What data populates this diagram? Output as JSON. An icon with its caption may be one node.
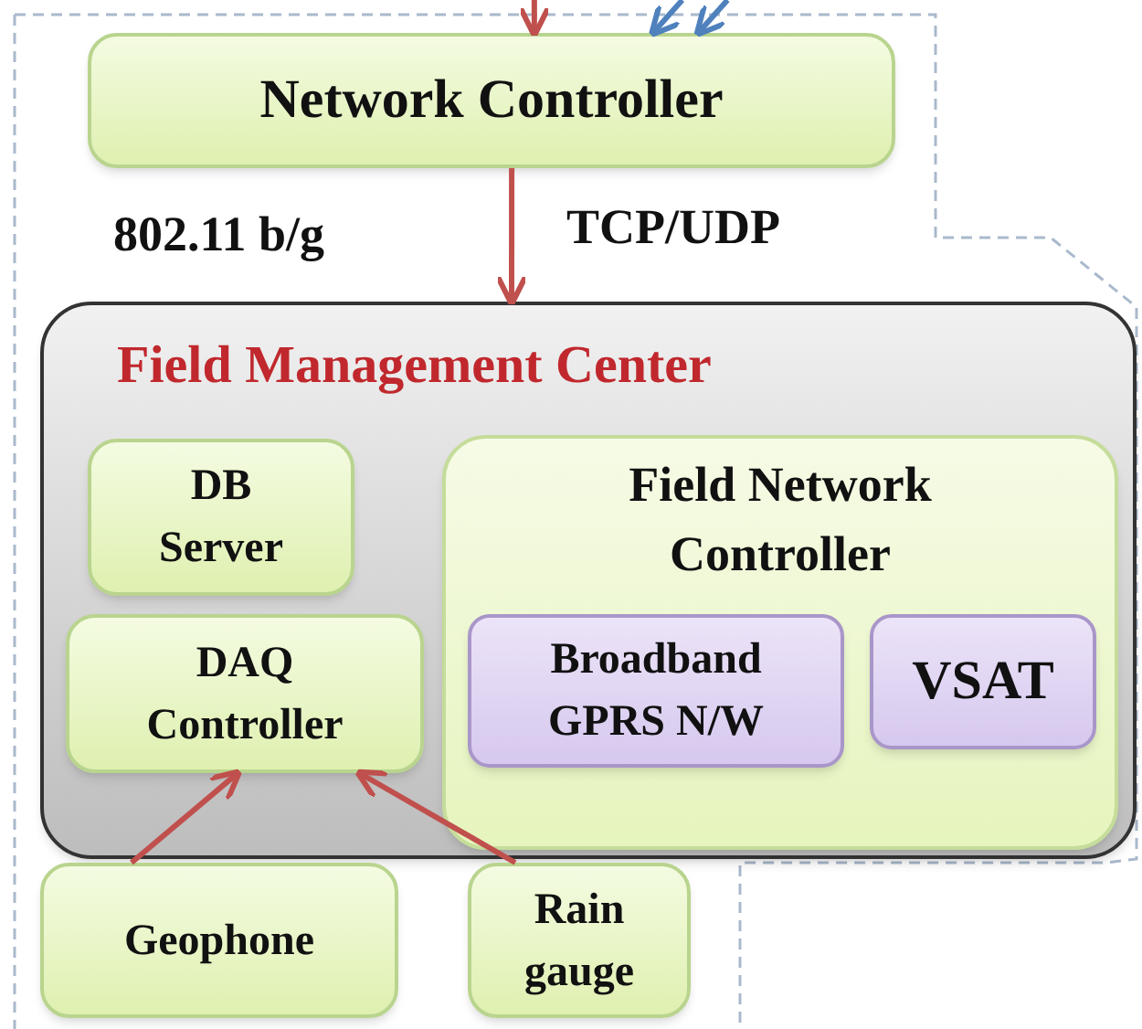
{
  "diagram": {
    "nodes": [
      {
        "text": [
          "Network Controller"
        ]
      },
      {
        "text": [
          "Field Management Center"
        ]
      },
      {
        "text": [
          "DB Server"
        ],
        "in": 1
      },
      {
        "text": [
          "Field Network Controller"
        ],
        "in": 1
      },
      {
        "text": [
          "DAQ Controller"
        ],
        "in": 1
      },
      {
        "text": [
          "Broadband GPRS N/W"
        ],
        "in": 3
      },
      {
        "text": [
          "VSAT"
        ],
        "in": 3
      },
      {
        "text": [
          "Geophone"
        ]
      },
      {
        "text": [
          "Rain gauge"
        ]
      }
    ],
    "edges": [
      {
        "from": null,
        "to": 0,
        "arrow": "to"
      },
      {
        "from": null,
        "to": 0,
        "arrow": "to",
        "color": "#4f81bd"
      },
      {
        "from": null,
        "to": 0,
        "arrow": "to",
        "color": "#4f81bd"
      },
      {
        "from": 0,
        "to": 1,
        "arrow": "to"
      },
      {
        "from": 7,
        "to": 4,
        "arrow": "to"
      },
      {
        "from": 8,
        "to": 4,
        "arrow": "to"
      }
    ],
    "labels": [
      "802.11 b/g",
      "TCP/UDP"
    ]
  }
}
